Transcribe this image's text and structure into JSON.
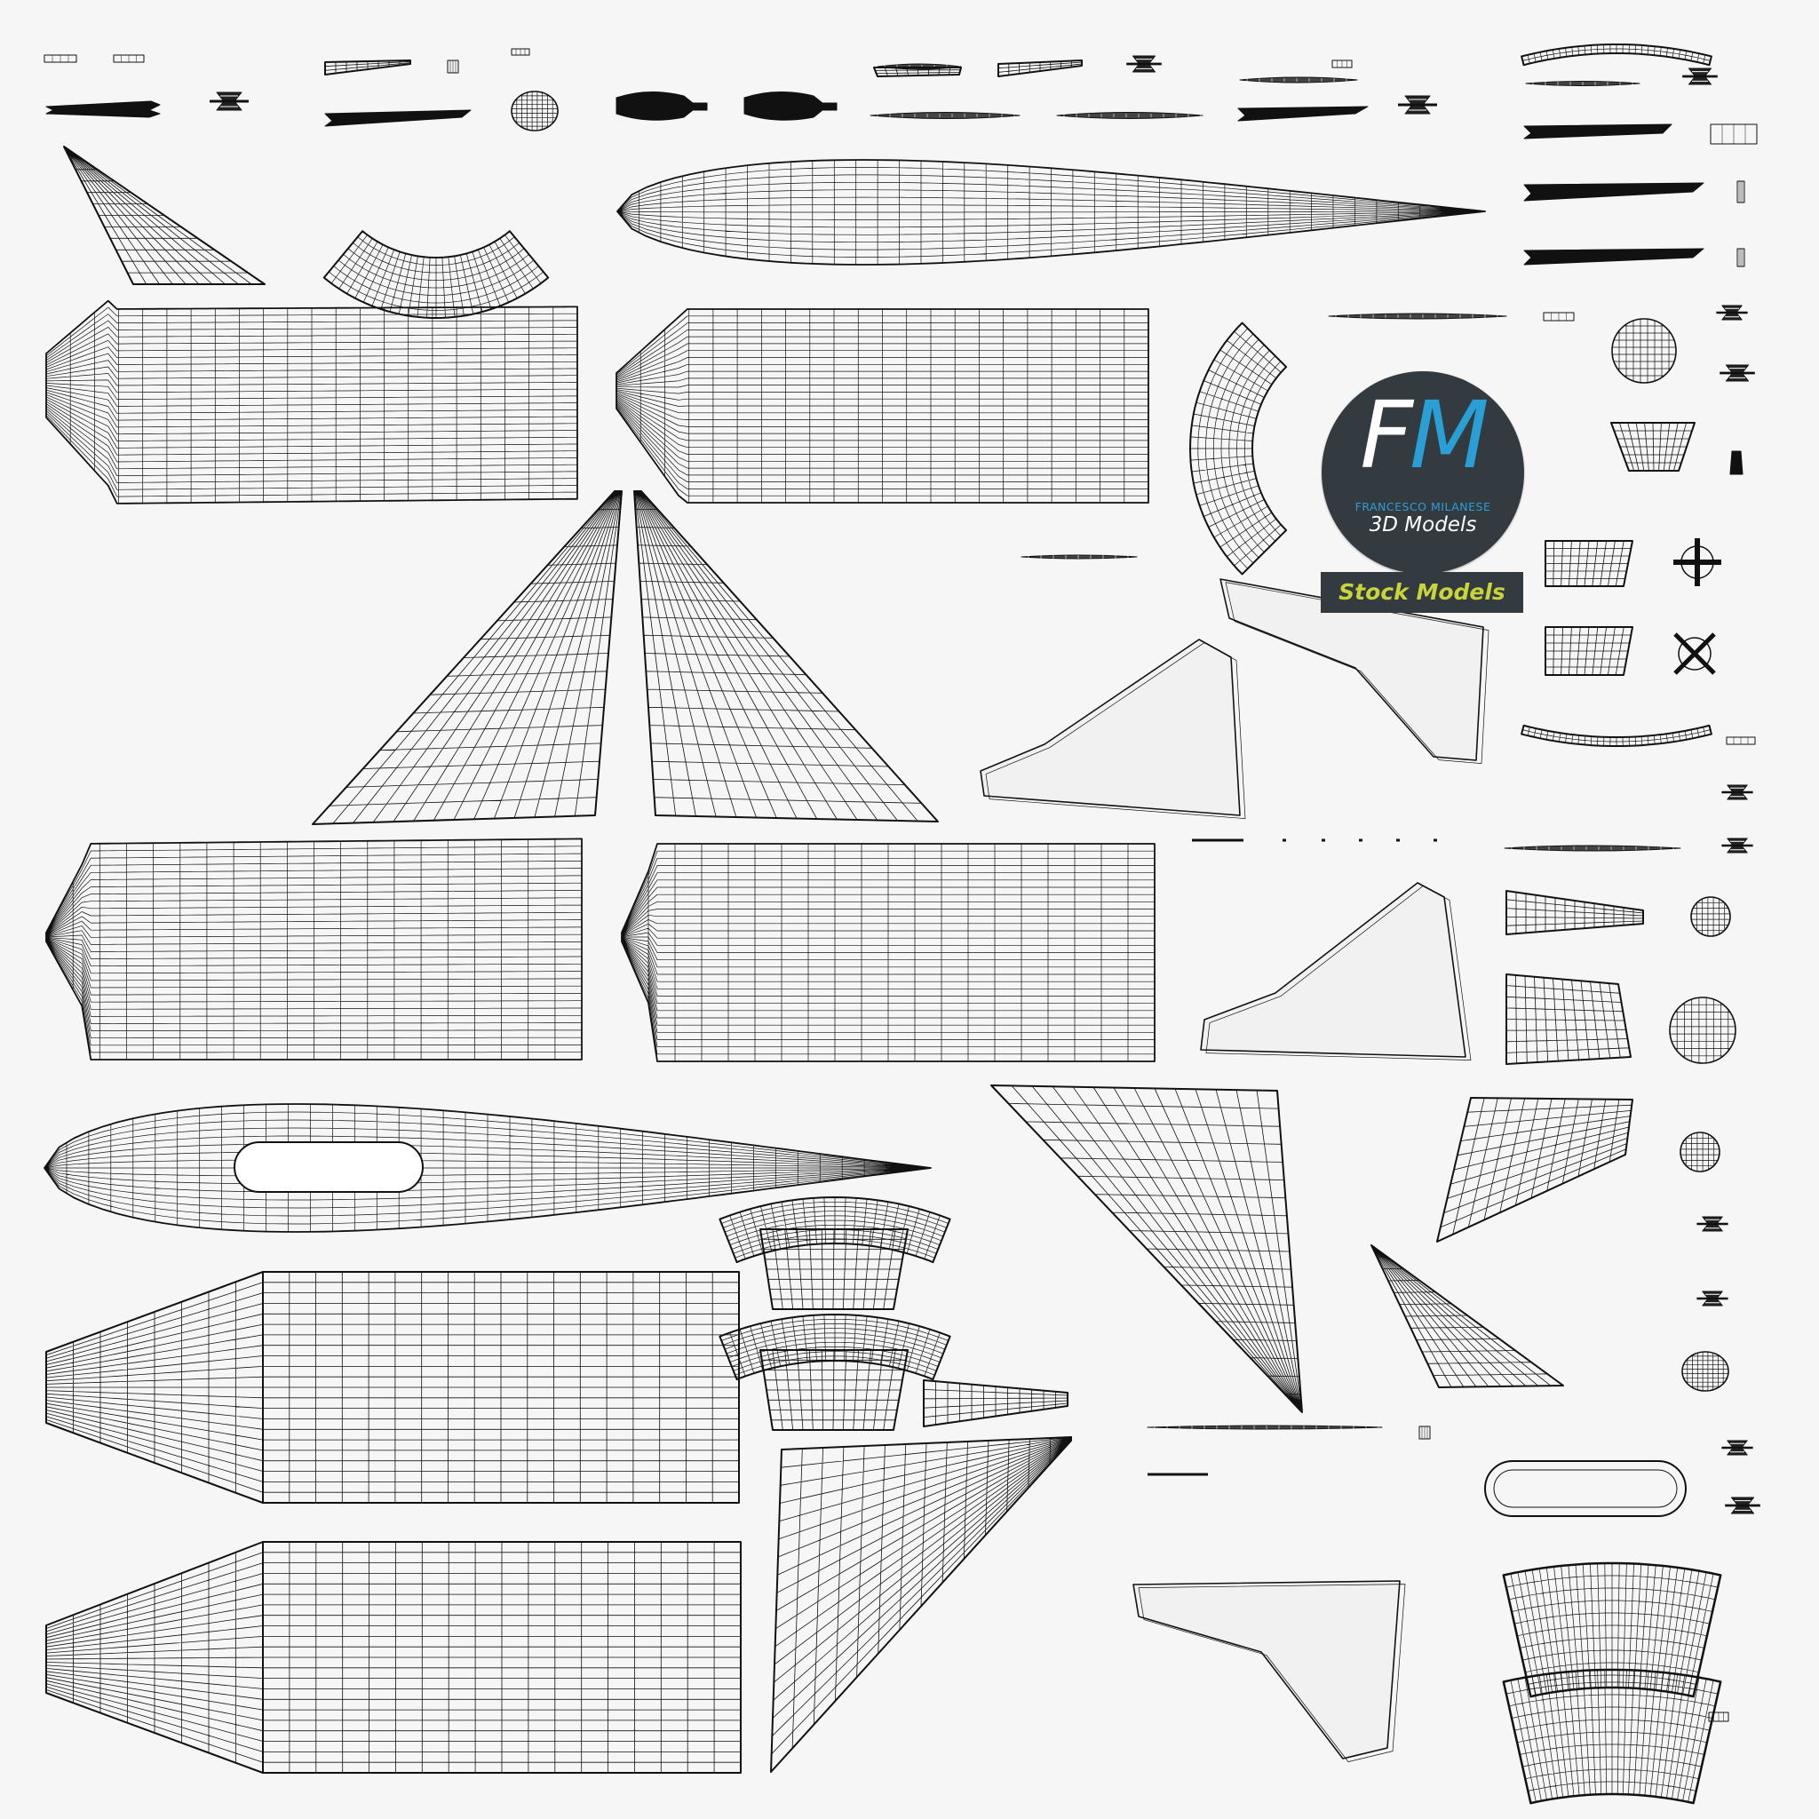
{
  "watermark": {
    "logo_letters": [
      "F",
      "M"
    ],
    "company": "FRANCESCO MILANESE",
    "tagline": "3D Models",
    "badge": "Stock Models"
  },
  "colors": {
    "background": "#f6f6f6",
    "wireframe": "#111111",
    "logo_disc": "#333b40",
    "logo_accent": "#2a9fd6",
    "badge_text": "#c8d43a"
  }
}
